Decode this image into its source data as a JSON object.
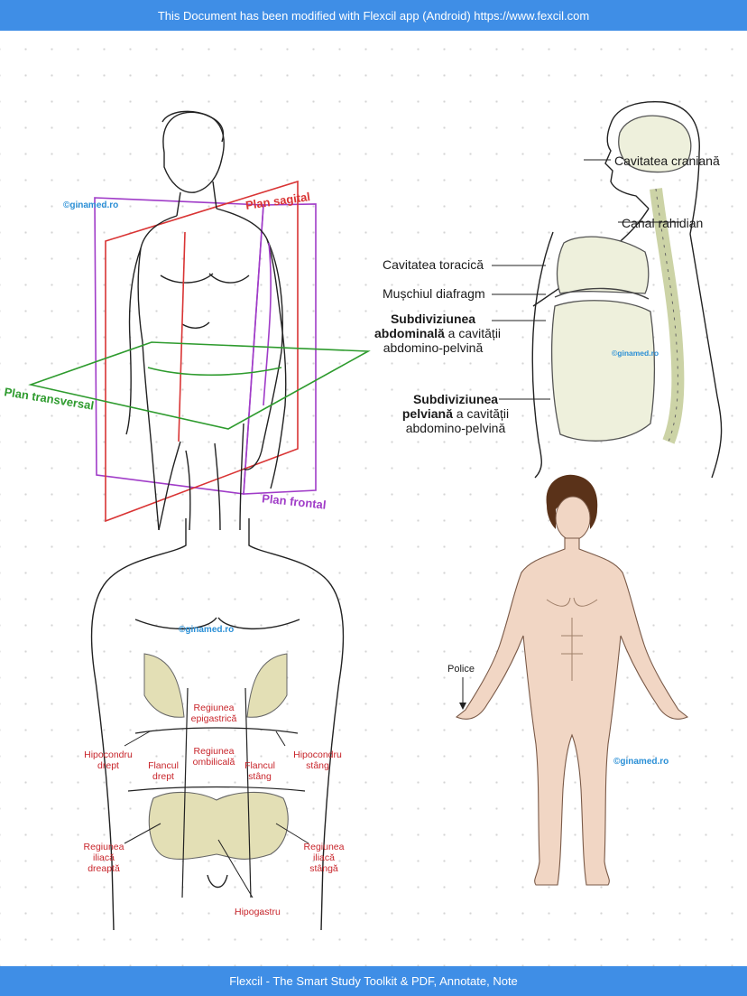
{
  "header": {
    "banner_text": "This Document has been modified with Flexcil app (Android) https://www.fexcil.com"
  },
  "footer": {
    "banner_text": "Flexcil - The Smart Study Toolkit & PDF, Annotate, Note"
  },
  "figure_planes": {
    "watermark": "©ginamed.ro",
    "plan_sagital": "Plan sagital",
    "plan_transversal": "Plan transversal",
    "plan_frontal": "Plan frontal",
    "colors": {
      "sagital": "#d93434",
      "transversal": "#2e9b2e",
      "frontal": "#a03cc8"
    }
  },
  "figure_cavities": {
    "watermark": "©ginamed.ro",
    "cranial": "Cavitatea craniană",
    "spinal": "Canal rahidian",
    "thoracic": "Cavitatea toracică",
    "diaphragm": "Mușchiul diafragm",
    "abdominal_bold": "Subdiviziunea",
    "abdominal_bold2": "abdominală",
    "abdominal_rest": " a cavității",
    "abdominal_rest2": "abdomino-pelvină",
    "pelvic_bold": "Subdiviziunea",
    "pelvic_bold2": "pelviană",
    "pelvic_rest": " a cavității",
    "pelvic_rest2": "abdomino-pelvină"
  },
  "figure_regions": {
    "watermark": "©ginamed.ro",
    "epigastric": [
      "Regiunea",
      "epigastrică"
    ],
    "umbilical": [
      "Regiunea",
      "ombilicală"
    ],
    "hypochondrium_right": [
      "Hipocondru",
      "drept"
    ],
    "hypochondrium_left": [
      "Hipocondru",
      "stâng"
    ],
    "flank_right": [
      "Flancul",
      "drept"
    ],
    "flank_left": [
      "Flancul",
      "stâng"
    ],
    "iliac_right": [
      "Regiunea",
      "iliacă",
      "dreaptă"
    ],
    "iliac_left": [
      "Regiunea",
      "iliacă",
      "stângă"
    ],
    "hypogastrium": "Hipogastru",
    "label_color": "#c8252b"
  },
  "figure_anatomical": {
    "watermark": "©ginamed.ro",
    "thumb": "Police",
    "skin_color": "#f1d6c4",
    "hair_color": "#5a3219"
  }
}
